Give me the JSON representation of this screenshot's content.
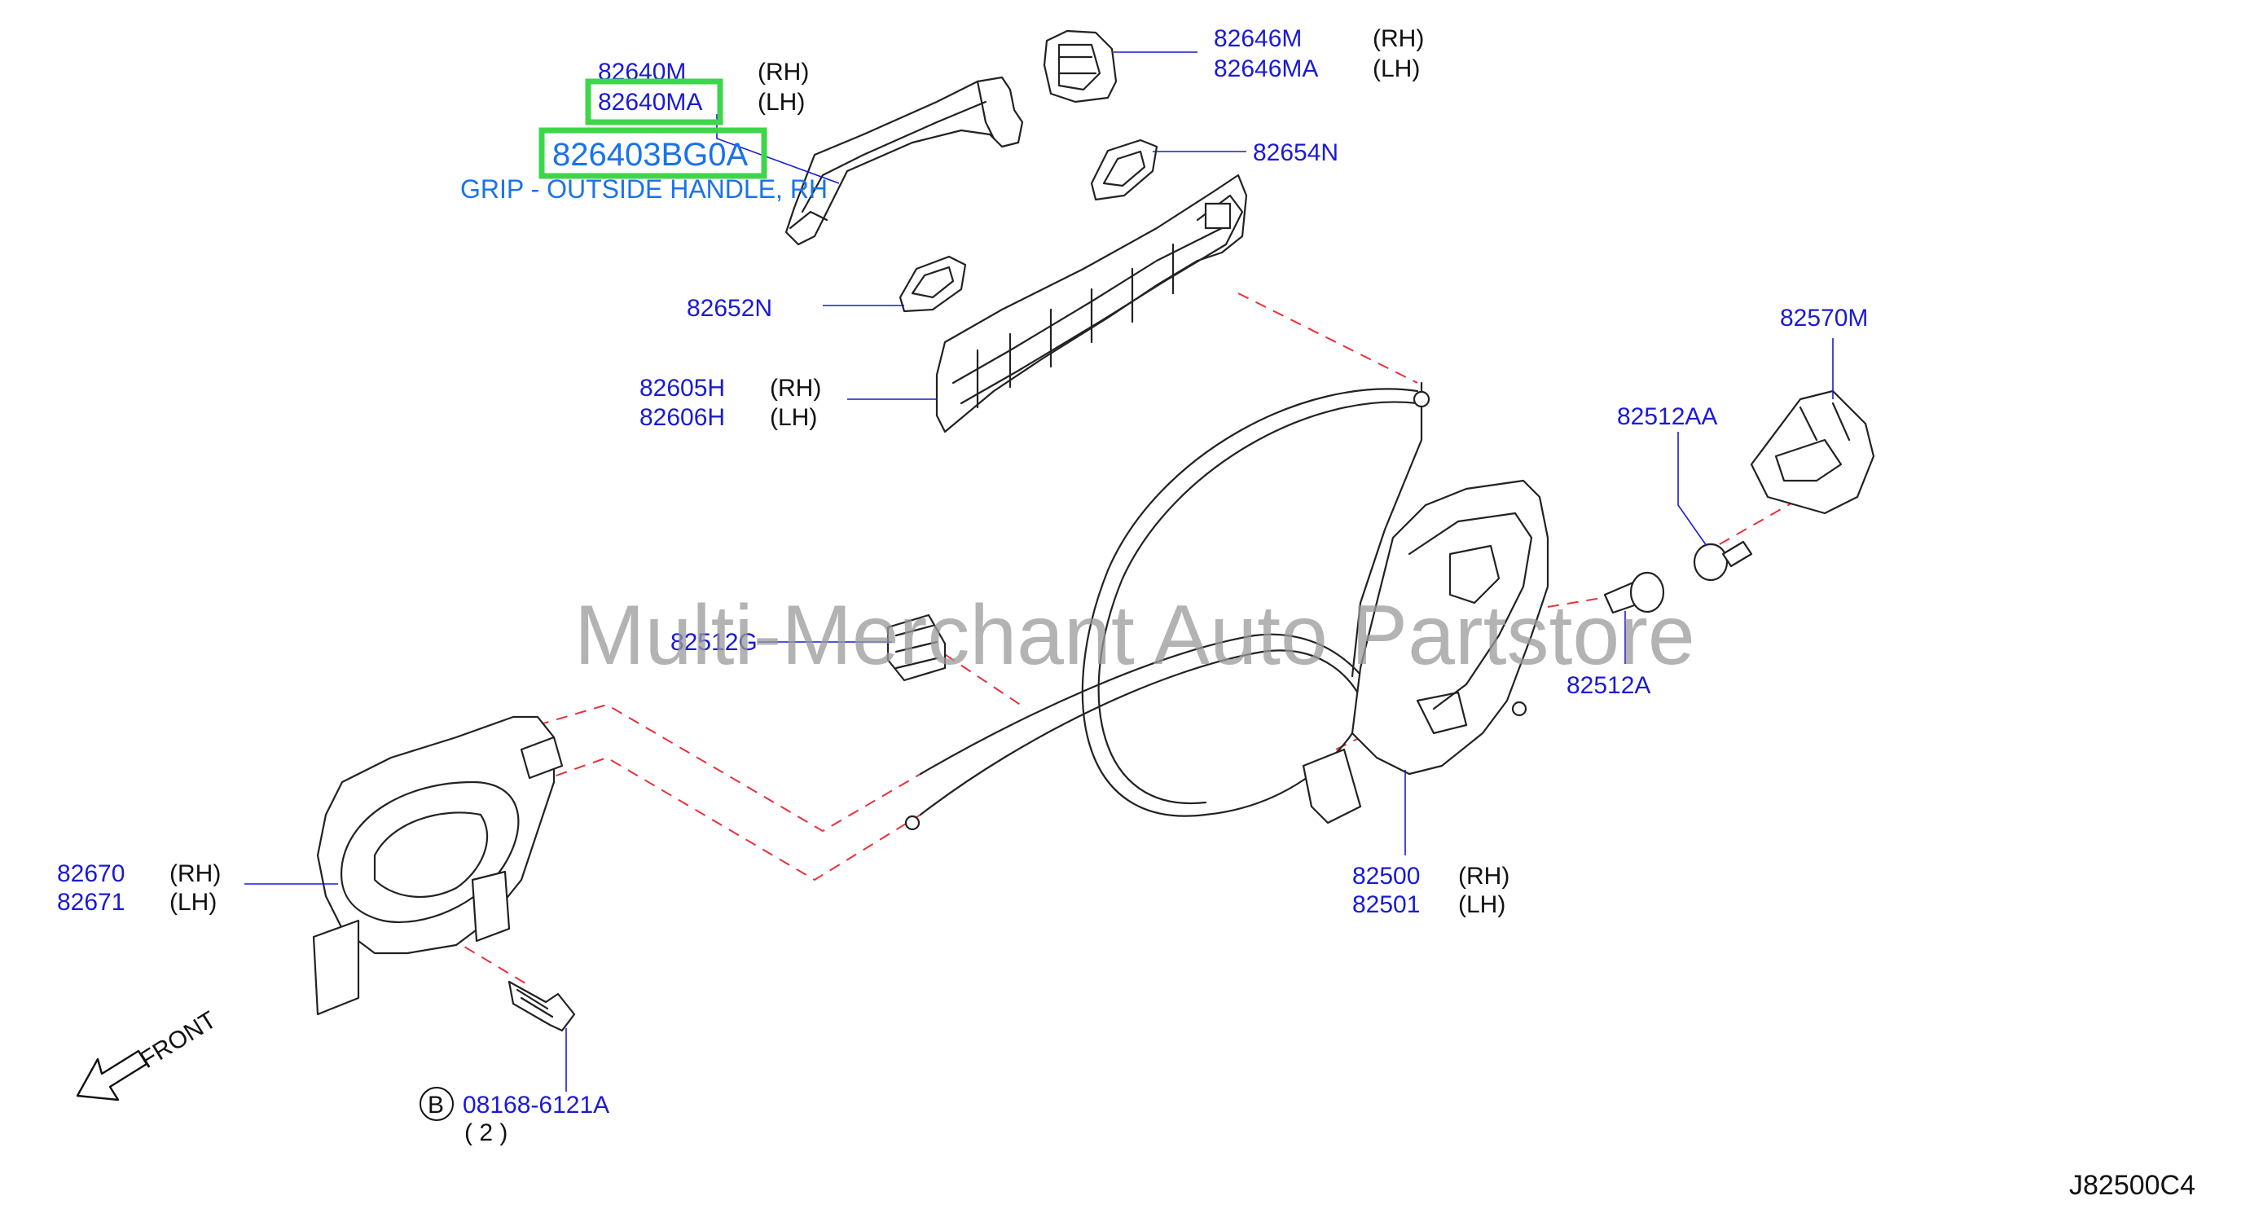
{
  "labels": {
    "p82640m": "82640M",
    "p82640ma": "82640MA",
    "p826403bg0a": "826403BG0A",
    "grip_desc": "GRIP - OUTSIDE HANDLE, RH",
    "p82646m": "82646M",
    "p82646ma": "82646MA",
    "p82654n": "82654N",
    "p82652n": "82652N",
    "p82605h": "82605H",
    "p82606h": "82606H",
    "p82570m": "82570M",
    "p82512aa": "82512AA",
    "p82512g": "82512G",
    "p82512a": "82512A",
    "p82670": "82670",
    "p82671": "82671",
    "p82500": "82500",
    "p82501": "82501",
    "p08168": "08168-6121A",
    "qty": "( 2 )",
    "bolt_marker": "B",
    "front": "FRONT",
    "rh": "(RH)",
    "lh": "(LH)",
    "diagram_code": "J82500C4"
  },
  "watermark": "Multi-Merchant Auto Partstore",
  "colors": {
    "part_number": "#1a1ad6",
    "highlight": "#3dd64a",
    "description": "#1a73e8",
    "dashed_line": "#e8303a"
  }
}
